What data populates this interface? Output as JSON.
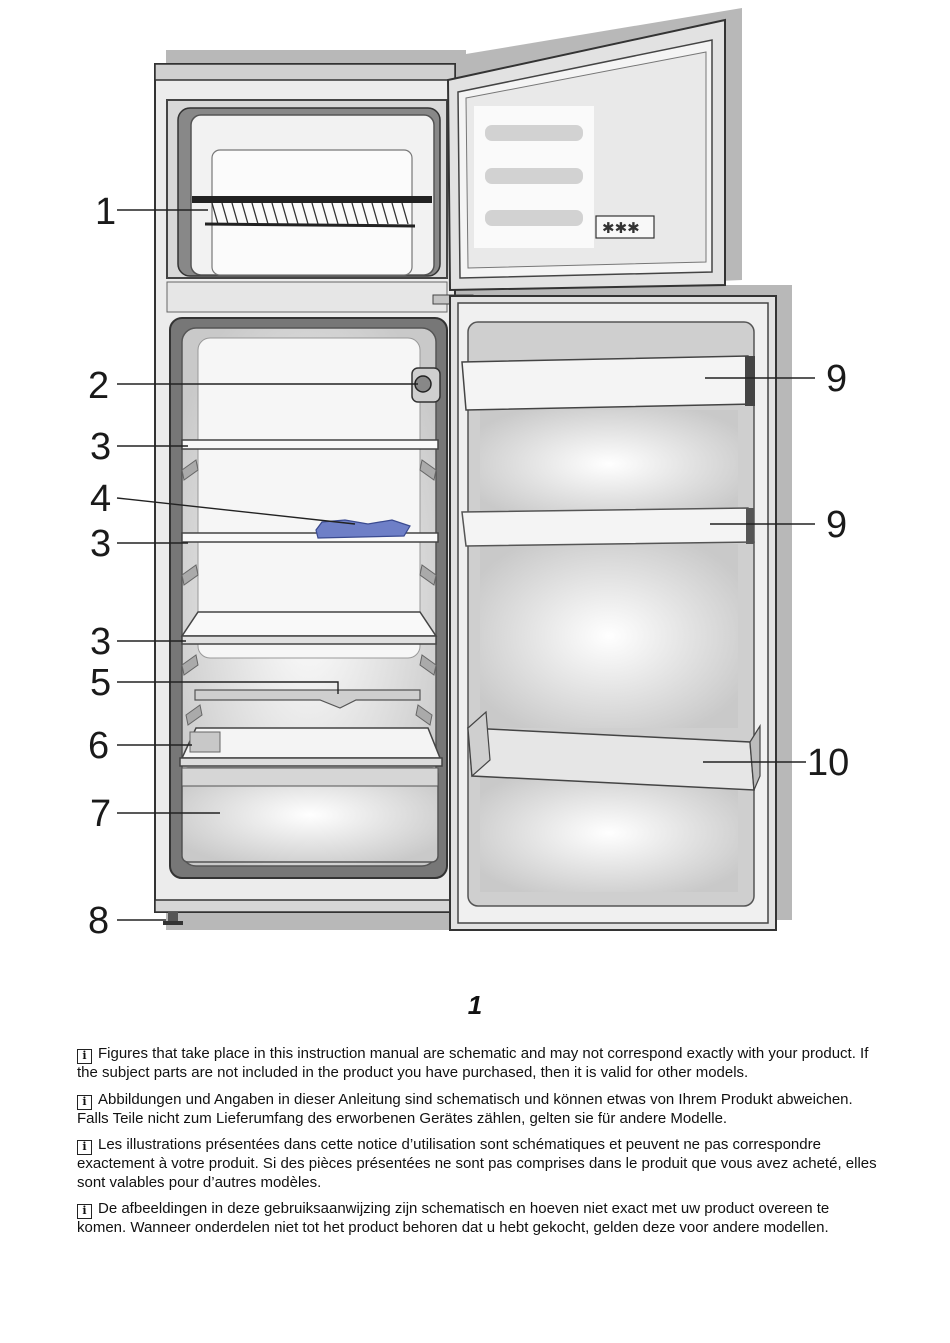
{
  "figure": {
    "callouts": [
      {
        "id": "1",
        "label": "1"
      },
      {
        "id": "2",
        "label": "2"
      },
      {
        "id": "3a",
        "label": "3"
      },
      {
        "id": "4",
        "label": "4"
      },
      {
        "id": "3b",
        "label": "3"
      },
      {
        "id": "3c",
        "label": "3"
      },
      {
        "id": "5",
        "label": "5"
      },
      {
        "id": "6",
        "label": "6"
      },
      {
        "id": "7",
        "label": "7"
      },
      {
        "id": "8",
        "label": "8"
      },
      {
        "id": "9a",
        "label": "9"
      },
      {
        "id": "9b",
        "label": "9"
      },
      {
        "id": "10",
        "label": "10"
      }
    ],
    "number": "1"
  },
  "notes": [
    {
      "icon": "info-icon",
      "text": "Figures that take place in this instruction manual are schematic and may not correspond exactly with your product. If the subject parts are not included in the product you have purchased, then it is valid for other models."
    },
    {
      "icon": "info-icon",
      "text": "Abbildungen und Angaben in dieser Anleitung sind schematisch und können etwas von Ihrem Produkt abweichen. Falls Teile nicht zum Lieferumfang des erworbenen Gerätes zählen, gelten sie für andere Modelle."
    },
    {
      "icon": "info-icon",
      "text": "Les illustrations présentées dans cette notice d’utilisation sont schématiques et peuvent ne pas correspondre exactement à votre produit. Si des pièces présentées ne sont pas comprises dans le produit que vous avez acheté, elles sont valables pour d’autres modèles."
    },
    {
      "icon": "info-icon",
      "text": "De afbeeldingen in deze gebruiksaanwijzing zijn schematisch en hoeven niet exact met uw product overeen te komen. Wanneer onderdelen niet tot het product behoren dat u hebt gekocht, gelden deze voor andere modellen."
    }
  ]
}
